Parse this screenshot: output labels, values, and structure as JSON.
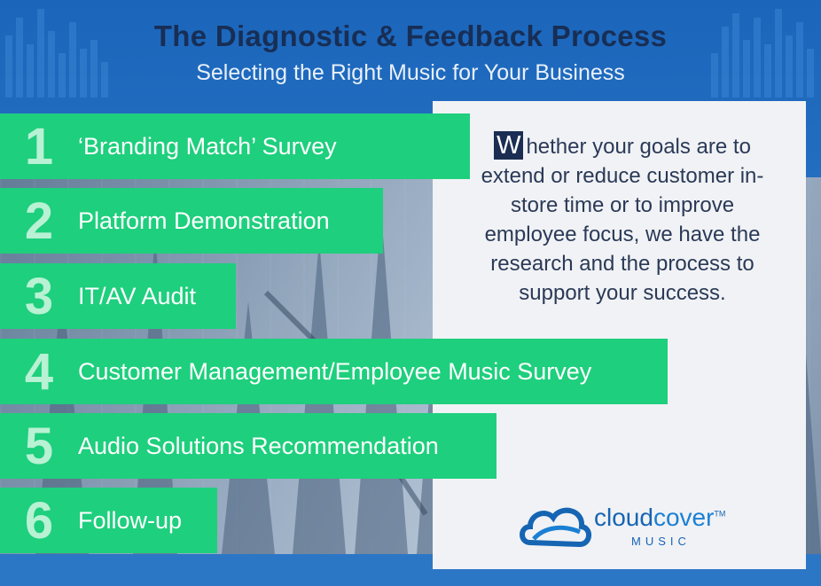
{
  "header": {
    "title": "The Diagnostic & Feedback Process",
    "subtitle": "Selecting the Right Music for Your Business"
  },
  "steps": [
    {
      "number": "1",
      "label": "‘Branding Match’ Survey"
    },
    {
      "number": "2",
      "label": "Platform Demonstration"
    },
    {
      "number": "3",
      "label": "IT/AV Audit"
    },
    {
      "number": "4",
      "label": "Customer Management/Employee Music Survey"
    },
    {
      "number": "5",
      "label": "Audio Solutions Recommendation"
    },
    {
      "number": "6",
      "label": "Follow-up"
    }
  ],
  "card": {
    "dropcap": "W",
    "body": "hether your goals are to extend or reduce customer in-store time or to improve employee focus, we have the research and the process to support your success."
  },
  "logo": {
    "word_a": "cloud",
    "word_b": "cover",
    "tm": "TM",
    "sub": "MUSIC"
  },
  "colors": {
    "background": "#1f6bbd",
    "step_green": "#1ecf7d",
    "title_navy": "#182e55",
    "card_bg": "#f1f2f5"
  }
}
